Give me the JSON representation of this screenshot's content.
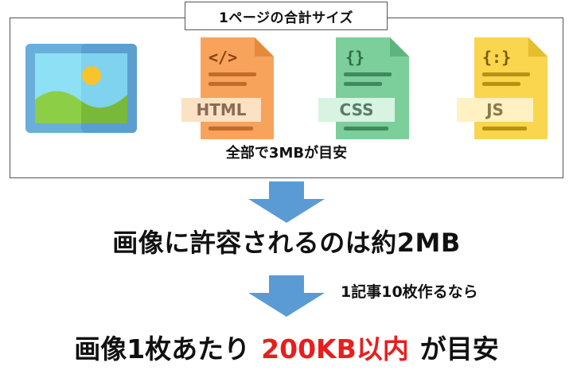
{
  "panel": {
    "title": "1ページの合計サイズ",
    "caption": "全部で3MBが目安",
    "files": [
      {
        "label": "",
        "icon": "image-icon"
      },
      {
        "label": "HTML",
        "icon": "html-file-icon"
      },
      {
        "label": "CSS",
        "icon": "css-file-icon"
      },
      {
        "label": "JS",
        "icon": "js-file-icon"
      }
    ]
  },
  "headline": "画像に許容されるのは約2MB",
  "note": "1記事10枚作るなら",
  "bottom": {
    "prefix": "画像1枚あたり",
    "highlight": "200KB以内",
    "suffix": "が目安"
  },
  "colors": {
    "arrow": "#5b9bd5",
    "highlight": "#e81e1e",
    "html": "#f7a35c",
    "css": "#7ccf9a",
    "js": "#f9d64e",
    "image_frame": "#6aaedb"
  }
}
